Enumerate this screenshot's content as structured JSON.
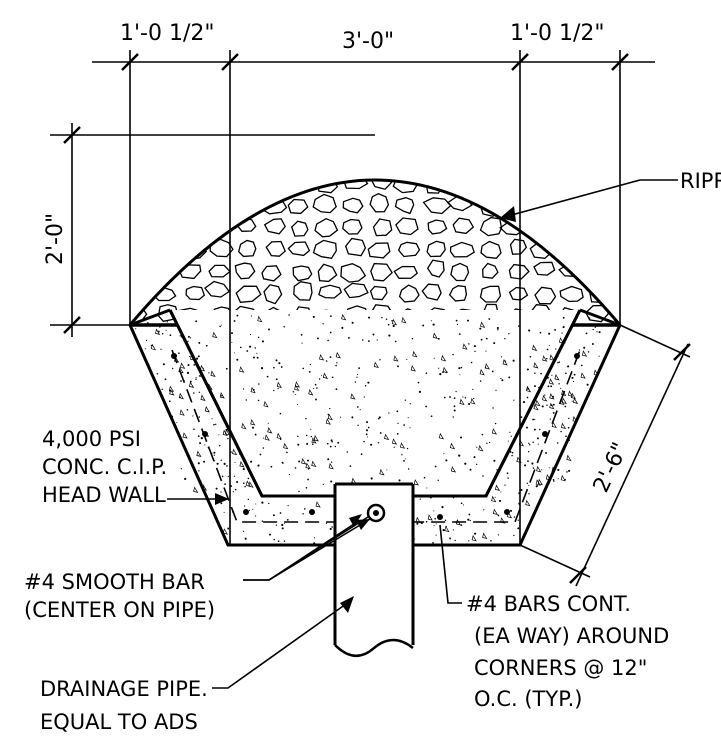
{
  "dimensions": {
    "left_offset": "1'-0 1/2\"",
    "center_width": "3'-0\"",
    "right_offset": "1'-0 1/2\"",
    "riprap_height": "2'-0\"",
    "wall_slope_length": "2'-6\""
  },
  "callouts": {
    "riprap": "RIPRAP",
    "headwall": [
      "4,000 PSI",
      "CONC. C.I.P.",
      "HEAD WALL"
    ],
    "smooth_bar": [
      "#4 SMOOTH BAR",
      "(CENTER ON PIPE)"
    ],
    "bars_cont": [
      "#4 BARS CONT.",
      "(EA WAY) AROUND",
      "CORNERS @ 12\"",
      "O.C. (TYP.)"
    ],
    "drainage_pipe": [
      "DRAINAGE PIPE.",
      "EQUAL TO ADS"
    ]
  },
  "colors": {
    "ink": "#000000",
    "paper": "#ffffff"
  }
}
